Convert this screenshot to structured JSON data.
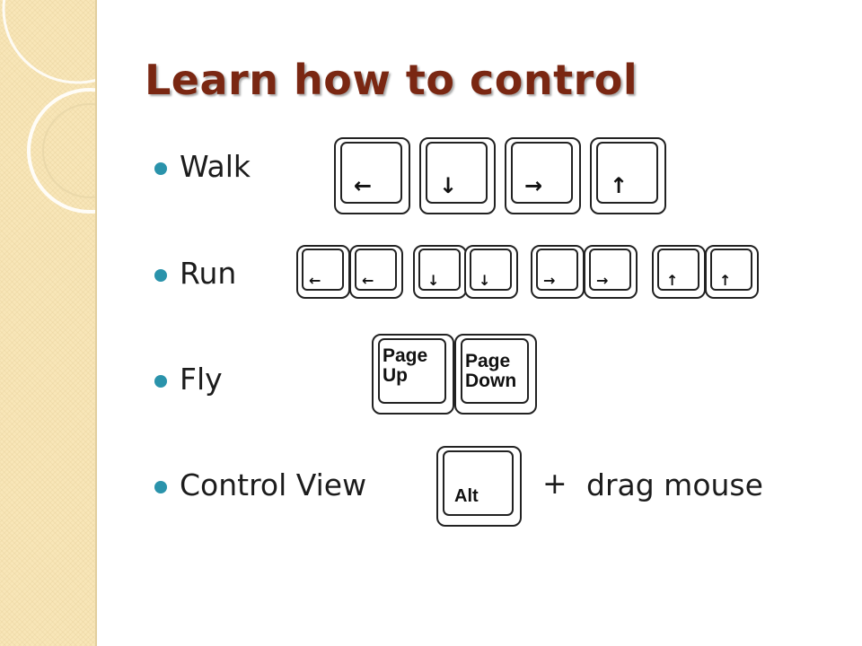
{
  "slide": {
    "title": "Learn how to control",
    "bullets": [
      {
        "label": "Walk",
        "keys": [
          "←",
          "↓",
          "→",
          "↑"
        ]
      },
      {
        "label": "Run",
        "keys": [
          "←",
          "←",
          "↓",
          "↓",
          "→",
          "→",
          "↑",
          "↑"
        ]
      },
      {
        "label": "Fly",
        "keys": [
          "Page\nUp",
          "Page\nDown"
        ]
      },
      {
        "label": "Control View",
        "keys": [
          "Alt"
        ],
        "plus": "+",
        "suffix": "drag mouse"
      }
    ]
  },
  "colors": {
    "title": "#7a2712",
    "bullet": "#2a93ab",
    "sidebar": "#f8e6b8"
  }
}
